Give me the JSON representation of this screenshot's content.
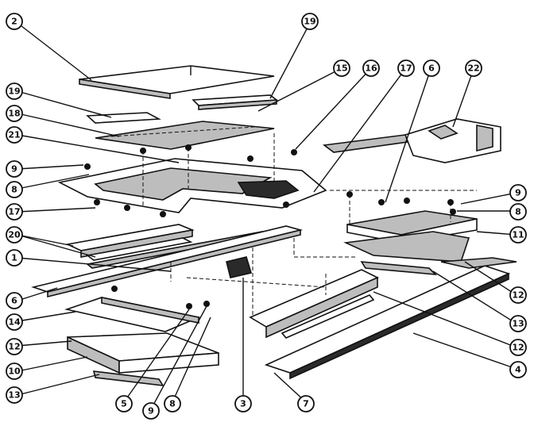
{
  "callouts": [
    {
      "label": "2"
    },
    {
      "label": "19"
    },
    {
      "label": "15"
    },
    {
      "label": "16"
    },
    {
      "label": "17"
    },
    {
      "label": "6"
    },
    {
      "label": "22"
    },
    {
      "label": "19"
    },
    {
      "label": "18"
    },
    {
      "label": "21"
    },
    {
      "label": "9"
    },
    {
      "label": "8"
    },
    {
      "label": "17"
    },
    {
      "label": "20"
    },
    {
      "label": "1"
    },
    {
      "label": "6"
    },
    {
      "label": "14"
    },
    {
      "label": "12"
    },
    {
      "label": "10"
    },
    {
      "label": "13"
    },
    {
      "label": "5"
    },
    {
      "label": "9"
    },
    {
      "label": "8"
    },
    {
      "label": "3"
    },
    {
      "label": "7"
    },
    {
      "label": "4"
    },
    {
      "label": "12"
    },
    {
      "label": "13"
    },
    {
      "label": "12"
    },
    {
      "label": "11"
    },
    {
      "label": "8"
    },
    {
      "label": "9"
    }
  ]
}
